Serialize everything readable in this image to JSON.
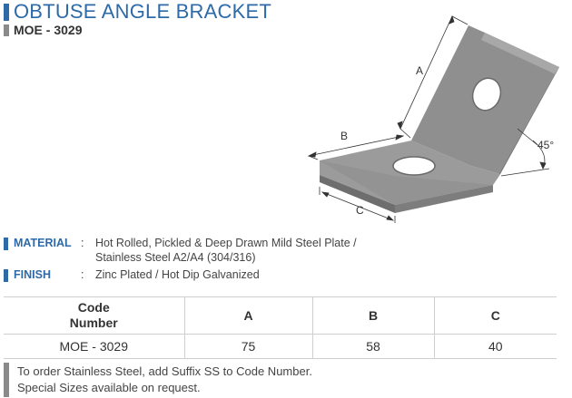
{
  "header": {
    "title": "OBTUSE ANGLE BRACKET",
    "code": "MOE - 3029"
  },
  "drawing": {
    "dim_a": "A",
    "dim_b": "B",
    "dim_c": "C",
    "angle": "45°"
  },
  "specs": [
    {
      "label": "MATERIAL",
      "separator": ":",
      "lines": [
        "Hot Rolled, Pickled & Deep Drawn Mild Steel Plate /",
        "Stainless Steel A2/A4 (304/316)"
      ]
    },
    {
      "label": "FINISH",
      "separator": ":",
      "lines": [
        "Zinc Plated / Hot Dip Galvanized"
      ]
    }
  ],
  "table": {
    "headers": [
      "Code Number",
      "A",
      "B",
      "C"
    ],
    "rows": [
      [
        "MOE - 3029",
        "75",
        "58",
        "40"
      ]
    ]
  },
  "notes": [
    "To order Stainless Steel, add Suffix SS to Code Number.",
    "Special Sizes available on request."
  ],
  "colors": {
    "accent": "#2e6aa8",
    "secondary": "#8a8a8a",
    "steel": "#9a9a9a"
  }
}
